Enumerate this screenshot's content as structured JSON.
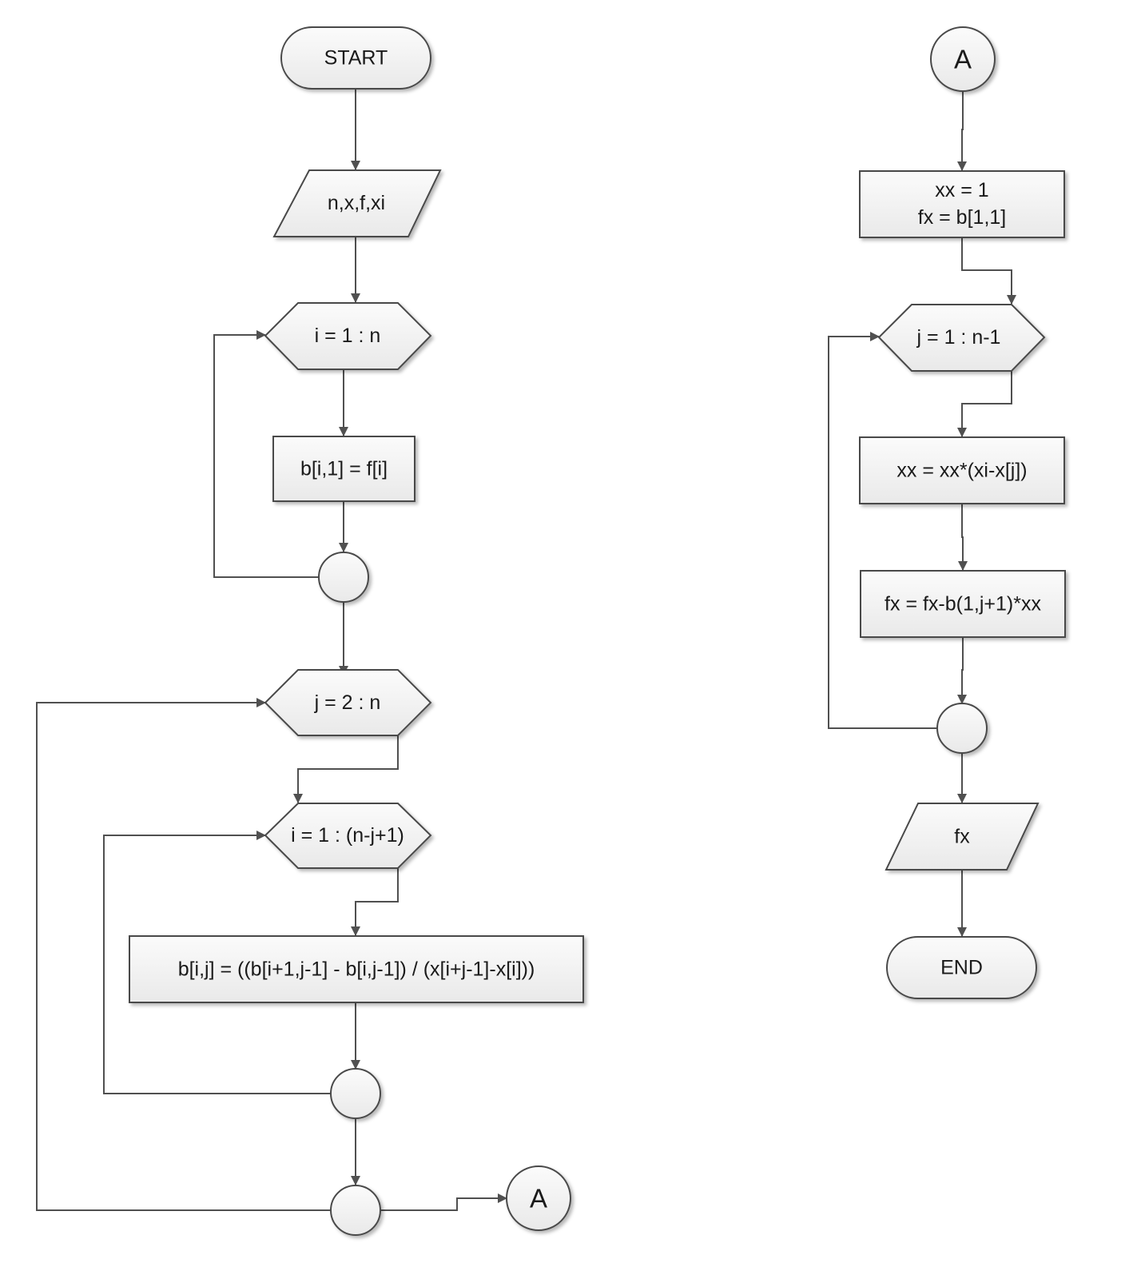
{
  "nodes": {
    "start": "START",
    "input": "n,x,f,xi",
    "loop_i": "i = 1 : n",
    "assign_b": "b[i,1] = f[i]",
    "loop_j": "j = 2 : n",
    "loop_i2": "i = 1 : (n-j+1)",
    "divided_diff": "b[i,j] = ((b[i+1,j-1] - b[i,j-1]) / (x[i+j-1]-x[i]))",
    "connector_out": "A",
    "connector_in": "A",
    "init_xx": "xx = 1",
    "init_fx": "fx = b[1,1]",
    "loop_j2": "j = 1 : n-1",
    "update_xx": "xx = xx*(xi-x[j])",
    "update_fx": "fx = fx-b(1,j+1)*xx",
    "output": "fx",
    "end": "END"
  }
}
